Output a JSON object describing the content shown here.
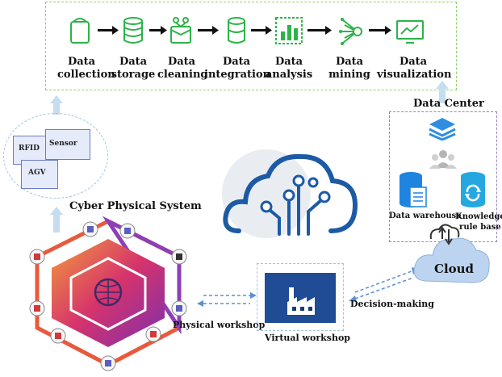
{
  "pipeline": {
    "steps": [
      {
        "label": "Data\ncollection",
        "icon": "container-icon"
      },
      {
        "label": "Data\nstorage",
        "icon": "database-icon"
      },
      {
        "label": "Data\ncleaning",
        "icon": "filter-box-icon"
      },
      {
        "label": "Data\nintegration",
        "icon": "cylinder-icon"
      },
      {
        "label": "Data\nanalysis",
        "icon": "bar-chart-icon"
      },
      {
        "label": "Data\nmining",
        "icon": "network-nodes-icon"
      },
      {
        "label": "Data\nvisualization",
        "icon": "monitor-trend-icon"
      }
    ],
    "accent_color": "#2db34a"
  },
  "data_center": {
    "title": "Data Center",
    "warehouse_label": "Data warehouse",
    "knowledge_label": "Knowledge\nrule base"
  },
  "cloud": {
    "label": "Cloud"
  },
  "sensing": {
    "rfid": "RFID",
    "sensor": "Sensor",
    "agv": "AGV"
  },
  "cps": {
    "title": "Cyber Physical System"
  },
  "labels": {
    "physical_workshop": "Physical workshop",
    "virtual_workshop": "Virtual workshop",
    "decision_making": "Decision-making"
  }
}
